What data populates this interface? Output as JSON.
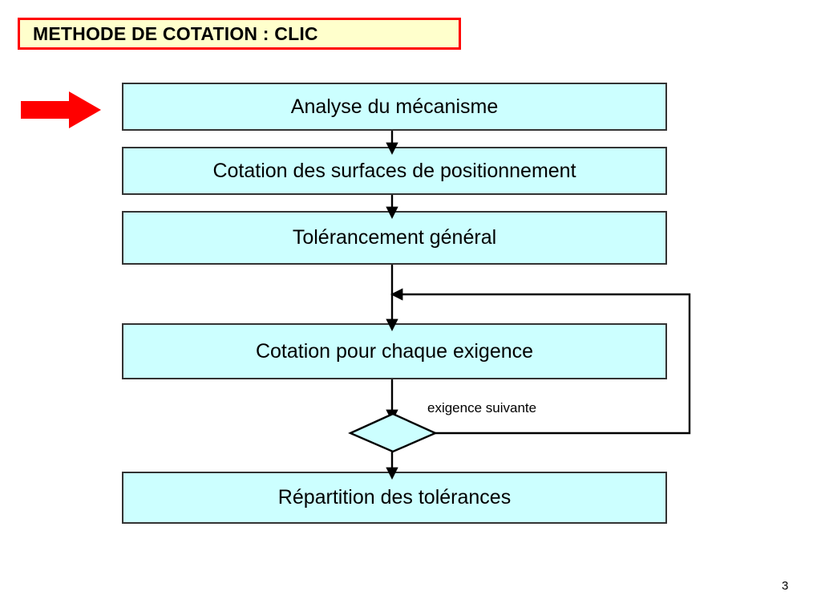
{
  "slide": {
    "title": "METHODE DE COTATION : CLIC",
    "page_number": "3"
  },
  "colors": {
    "title_border": "#ff0000",
    "title_fill": "#ffffcc",
    "box_fill": "#ccffff",
    "box_border": "#333333",
    "arrow_red": "#ff0000",
    "connector": "#000000",
    "text": "#000000"
  },
  "chart_data": {
    "type": "diagram",
    "title": "METHODE DE COTATION : CLIC",
    "orientation": "vertical-top-to-bottom",
    "nodes": [
      {
        "id": "n0",
        "shape": "rect",
        "label": "Analyse du mécanisme"
      },
      {
        "id": "n1",
        "shape": "rect",
        "label": "Cotation des surfaces de positionnement"
      },
      {
        "id": "n2",
        "shape": "rect",
        "label": "Tolérancement général"
      },
      {
        "id": "n3",
        "shape": "rect",
        "label": "Cotation pour chaque exigence"
      },
      {
        "id": "d0",
        "shape": "diamond",
        "label": ""
      },
      {
        "id": "n4",
        "shape": "rect",
        "label": "Répartition des tolérances"
      }
    ],
    "edges": [
      {
        "from": "n0",
        "to": "n1",
        "label": ""
      },
      {
        "from": "n1",
        "to": "n2",
        "label": ""
      },
      {
        "from": "n2",
        "to": "n3",
        "label": ""
      },
      {
        "from": "n3",
        "to": "d0",
        "label": ""
      },
      {
        "from": "d0",
        "to": "n4",
        "label": ""
      },
      {
        "from": "d0",
        "to": "n3",
        "label": "exigence suivante",
        "kind": "feedback-loop"
      }
    ]
  },
  "flow": {
    "boxes": [
      {
        "label": "Analyse du mécanisme"
      },
      {
        "label": "Cotation des surfaces de positionnement"
      },
      {
        "label": "Tolérancement général"
      },
      {
        "label": "Cotation pour chaque exigence"
      },
      {
        "label": "Répartition des tolérances"
      }
    ],
    "decision": {
      "label": ""
    },
    "loop_label": "exigence suivante"
  },
  "icons": {
    "pointer": "red-right-arrow-icon"
  }
}
